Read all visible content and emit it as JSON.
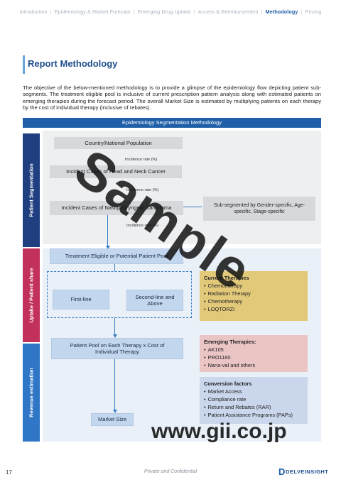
{
  "nav": {
    "items": [
      {
        "label": "Introduction",
        "active": false
      },
      {
        "label": "Epidemiology & Market Forecast",
        "active": false
      },
      {
        "label": "Emerging Drug Uptake",
        "active": false
      },
      {
        "label": "Access & Reimbursement",
        "active": false
      },
      {
        "label": "Methodology",
        "active": true
      },
      {
        "label": "Pricing",
        "active": false
      }
    ],
    "separator": "|"
  },
  "page": {
    "title": "Report Methodology",
    "intro": "The objective of the below-mentioned methodology is to provide a glimpse of the epidemiology flow depicting patient sub-segments. The treatment eligible pool is inclusive of current prescription pattern analysis along with estimated patients on emerging therapies during the forecast period. The overall Market Size is estimated by multiplying patients on each therapy by the cost of individual therapy (inclusive of rebates)."
  },
  "diagram": {
    "header": "Epidemiology Segmentation Methodology",
    "side_labels": {
      "segmentation": "Patient Segmentation",
      "uptake": "Uptake / Patient share",
      "revenue": "Revenue estimation"
    },
    "boxes": {
      "population": "Country/National Population",
      "incident_hnc": "Incident Cases of Head and Neck Cancer",
      "incident_npc": "Incident Cases of Nasopharyngeal Carcinoma",
      "subsegmented": "Sub-segmented by Gender-specific, Age-specific, Stage-specific",
      "treatment_pool": "Treatment Eligible or Potential Patient Pool",
      "first_line": "First-line",
      "second_line": "Second-line and Above",
      "patient_pool_cost": "Patient Pool on Each Therapy x Cost of Individual Therapy",
      "market_size": "Market Size"
    },
    "rates": [
      "Incidence rate (%)",
      "Incidence rate (%)",
      "Incidence rate (%)"
    ],
    "current_therapies": {
      "heading": "Current Therapies",
      "items": [
        "Chemotherapy",
        "Radiation Therapy",
        "Chemotherapy",
        "LOQTORZI"
      ]
    },
    "emerging_therapies": {
      "heading": "Emerging Therapies:",
      "items": [
        "AK105",
        "PRO1160",
        "Nana-val and others"
      ]
    },
    "conversion_factors": {
      "heading": "Conversion factors",
      "items": [
        "Market Access",
        "Compliance rate",
        "Return and Rebates (RAR)",
        "Patient Assistance Programs (PAPs)"
      ]
    }
  },
  "watermarks": {
    "sample": "Sample",
    "url": "www.gii.co.jp"
  },
  "footer": {
    "page_number": "17",
    "confidential": "Private and Confidential",
    "logo": "DELVEINSIGHT"
  },
  "colors": {
    "brand_blue": "#1f5fa8",
    "title_blue": "#1f4e8c",
    "segmentation": "#1f3f80",
    "uptake": "#c2305c",
    "revenue": "#2f76c6",
    "current_therapies": "#e2c97a",
    "emerging_therapies": "#ebc4c4",
    "conversion_factors": "#c9d6ec"
  }
}
